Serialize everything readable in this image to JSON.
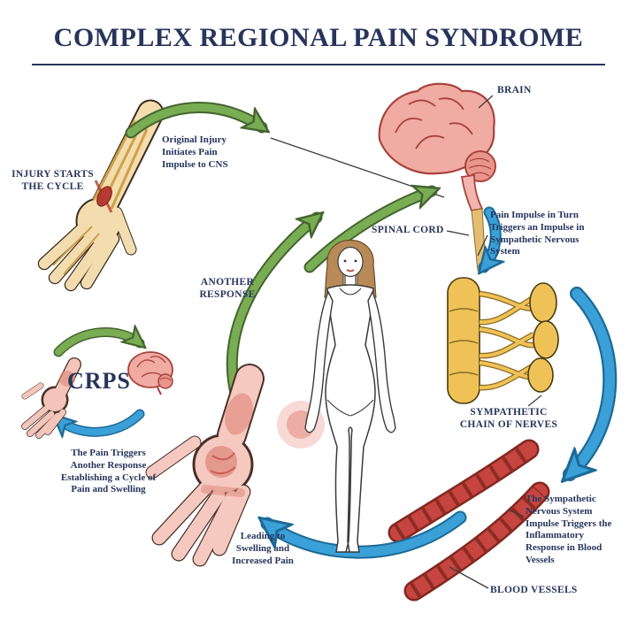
{
  "title": "COMPLEX REGIONAL PAIN SYNDROME",
  "labels": {
    "injury_starts": "INJURY STARTS\nTHE CYCLE",
    "original_injury": "Original Injury\nInitiates Pain\nImpulse to CNS",
    "brain": "BRAIN",
    "spinal_cord": "SPINAL CORD",
    "pain_impulse_right": "Pain Impulse in Turn\nTriggers an Impulse in\nSympathetic Nervous\nSystem",
    "another_response": "ANOTHER\nRESPONSE",
    "sympathetic_chain": "SYMPATHETIC\nCHAIN OF NERVES",
    "crps": "CRPS",
    "pain_triggers_cycle": "The Pain Triggers\nAnother Response\nEstablishing a Cycle of\nPain and Swelling",
    "leading_to_swelling": "Leading to\nSwelling and\nIncreased Pain",
    "sympathetic_impulse": "The Sympathetic\nNervous System\nImpulse Triggers the\nInflammatory\nResponse in Blood\nVessels",
    "blood_vessels": "BLOOD VESSELS"
  },
  "colors": {
    "text_navy": "#27355c",
    "leader_line": "#3c3c3c",
    "arrow_green": "#79ad53",
    "arrow_green_dark": "#44652f",
    "arrow_blue": "#3ba0d8",
    "arrow_blue_dark": "#1d6a96",
    "brain_pink": "#f0aba3",
    "brain_line": "#a8433c",
    "skin_yellow": "#f3dcae",
    "tendon_yellow": "#cfa049",
    "wound_red": "#b53a30",
    "swollen_pink": "#f5c9bf",
    "swollen_red": "#dd8577",
    "nerve_yellow": "#efc258",
    "vessel_red": "#c64540",
    "vessel_dark": "#84281f",
    "hair_brown": "#b78a58"
  }
}
